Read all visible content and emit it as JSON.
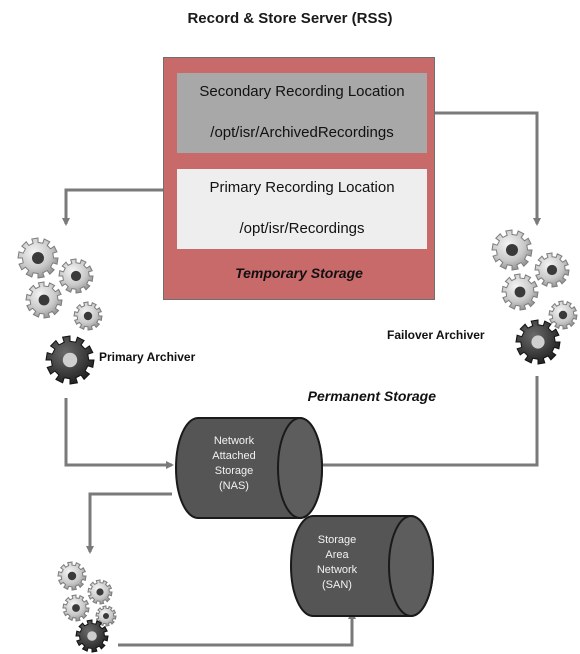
{
  "title": "Record & Store Server (RSS)",
  "rss": {
    "secondary_label": "Secondary Recording Location",
    "secondary_path": "/opt/isr/ArchivedRecordings",
    "primary_label": "Primary Recording Location",
    "primary_path": "/opt/isr/Recordings",
    "caption": "Temporary Storage"
  },
  "permanent": {
    "caption": "Permanent Storage",
    "nas": [
      "Network",
      "Attached",
      "Storage",
      "(NAS)"
    ],
    "san": [
      "Storage",
      "Area",
      "Network",
      "(SAN)"
    ]
  },
  "archivers": {
    "primary": "Primary Archiver",
    "failover": "Failover Archiver"
  },
  "colors": {
    "storage_fill": "#c86a6a",
    "secondary_fill": "#a8a8a8",
    "primary_fill": "#eeeeee",
    "cylinder_fill": "#555555",
    "arrow": "#7a7a7a"
  }
}
